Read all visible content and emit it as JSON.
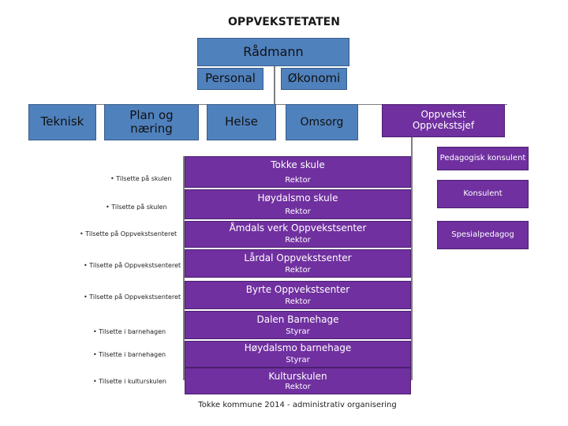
{
  "title": "OPPVEKSTETATEN",
  "top": {
    "radmann": "Rådmann",
    "personal": "Personal",
    "okonomi": "Økonomi"
  },
  "departments": {
    "teknisk": "Teknisk",
    "plan_naering": "Plan og\nnæring",
    "helse": "Helse",
    "omsorg": "Omsorg",
    "oppvekst": "Oppvekst\nOppvekstsjef"
  },
  "units": [
    {
      "name": "Tokke skule",
      "role": "Rektor",
      "staff": "Tilsette på skulen"
    },
    {
      "name": "Høydalsmo skule",
      "role": "Rektor",
      "staff": "Tilsette på skulen"
    },
    {
      "name": "Åmdals verk  Oppvekstsenter",
      "role": "Rektor",
      "staff": "Tilsette på Oppvekstsenteret"
    },
    {
      "name": "Lårdal Oppvekstsenter",
      "role": "Rektor",
      "staff": "Tilsette på Oppvekstsenteret"
    },
    {
      "name": "Byrte Oppvekstsenter",
      "role": "Rektor",
      "staff": "Tilsette på Oppvekstsenteret"
    },
    {
      "name": "Dalen Barnehage",
      "role": "Styrar",
      "staff": "Tilsette i barnehagen"
    },
    {
      "name": "Høydalsmo barnehage",
      "role": "Styrar",
      "staff": "Tilsette i barnehagen"
    },
    {
      "name": "Kulturskulen",
      "role": "Rektor",
      "staff": "Tilsette i kulturskulen"
    }
  ],
  "staff_roles": [
    "Pedagogisk konsulent",
    "Konsulent",
    "Spesialpedagog"
  ],
  "footer": "Tokke kommune 2014 - administrativ organisering",
  "colors": {
    "blue": "#4f81bd",
    "purple": "#7030a0",
    "line": "#7f7f7f"
  }
}
